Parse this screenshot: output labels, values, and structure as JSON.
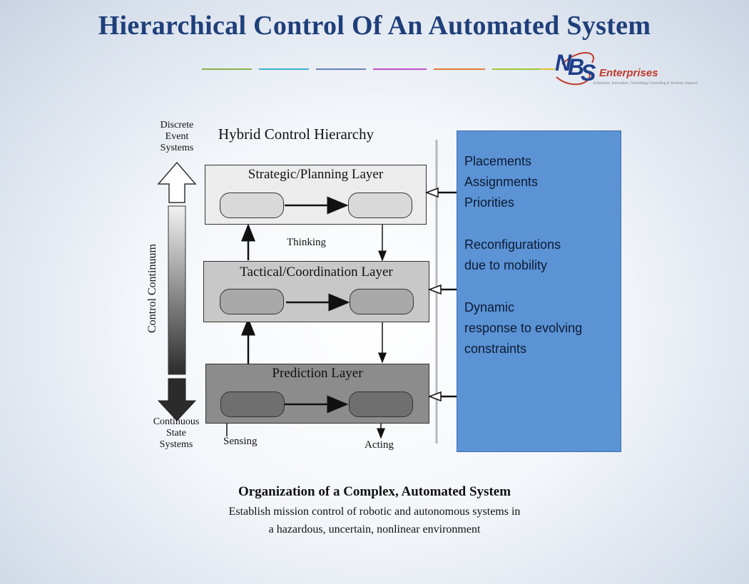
{
  "slide": {
    "title": "Hierarchical Control Of An Automated System",
    "logo": {
      "letters": [
        "N",
        "B",
        "S"
      ],
      "word": "Enterprises",
      "tagline": "Enterprise, Innovation, Technology Consulting & Services Support",
      "colors": {
        "letters": "#1f3f8a",
        "word": "#c0392b"
      }
    },
    "divider_colors": [
      "#88b04b",
      "#3bb0d6",
      "#6a7fb5",
      "#c14fc7",
      "#e07a3a",
      "#9bc63f",
      "#e3c12e"
    ]
  },
  "diagram": {
    "heading": "Hybrid Control Hierarchy",
    "continuum_top": [
      "Discrete",
      "Event",
      "Systems"
    ],
    "continuum_bottom": [
      "Continuous",
      "State",
      "Systems"
    ],
    "continuum_label": "Control Continuum",
    "layers": [
      {
        "name": "Strategic/Planning Layer",
        "fill": "#ececec",
        "pill_fill": "#d9d9d9"
      },
      {
        "name": "Tactical/Coordination Layer",
        "fill": "#c8c8c8",
        "pill_fill": "#a9a9a9"
      },
      {
        "name": "Prediction Layer",
        "fill": "#8c8c8c",
        "pill_fill": "#6f6f6f"
      }
    ],
    "thinking": "Thinking",
    "sensing": "Sensing",
    "acting": "Acting"
  },
  "panel": {
    "color": "#5b93d5",
    "block1": [
      "Placements",
      "Assignments",
      "Priorities"
    ],
    "block2": [
      "Reconfigurations",
      "due to mobility"
    ],
    "block3": [
      "Dynamic",
      "response to evolving",
      "constraints"
    ]
  },
  "caption": {
    "title": "Organization of  a Complex, Automated System",
    "lines": [
      "Establish mission control of robotic and autonomous systems in",
      "a hazardous, uncertain, nonlinear environment"
    ]
  }
}
